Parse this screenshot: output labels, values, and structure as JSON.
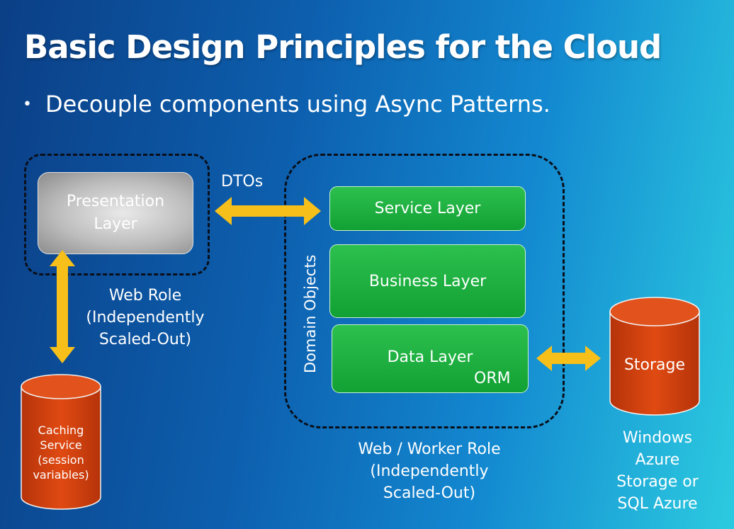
{
  "title": "Basic Design Principles for the Cloud",
  "bullet": {
    "marker": "•",
    "text": "Decouple components using Async Patterns."
  },
  "presentation_layer": {
    "line1": "Presentation",
    "line2": "Layer"
  },
  "dtos_label": "DTOs",
  "service_layer": "Service Layer",
  "business_layer": "Business Layer",
  "data_layer": "Data Layer",
  "orm_label": "ORM",
  "domain_objects_label": "Domain Objects",
  "web_role": {
    "line1": "Web Role",
    "line2": "(Independently",
    "line3": "Scaled-Out)"
  },
  "worker_role": {
    "line1": "Web / Worker Role",
    "line2": "(Independently",
    "line3": "Scaled-Out)"
  },
  "caching_service": {
    "line1": "Caching",
    "line2": "Service",
    "line3": "(session",
    "line4": "variables)"
  },
  "storage": "Storage",
  "storage_caption": {
    "line1": "Windows",
    "line2": "Azure",
    "line3": "Storage or",
    "line4": "SQL Azure"
  },
  "colors": {
    "arrow": "#f6bf1a",
    "cylinder": "#d9420f",
    "green_box": "#1aa83c",
    "dashed_border": "#0a0f1a"
  }
}
